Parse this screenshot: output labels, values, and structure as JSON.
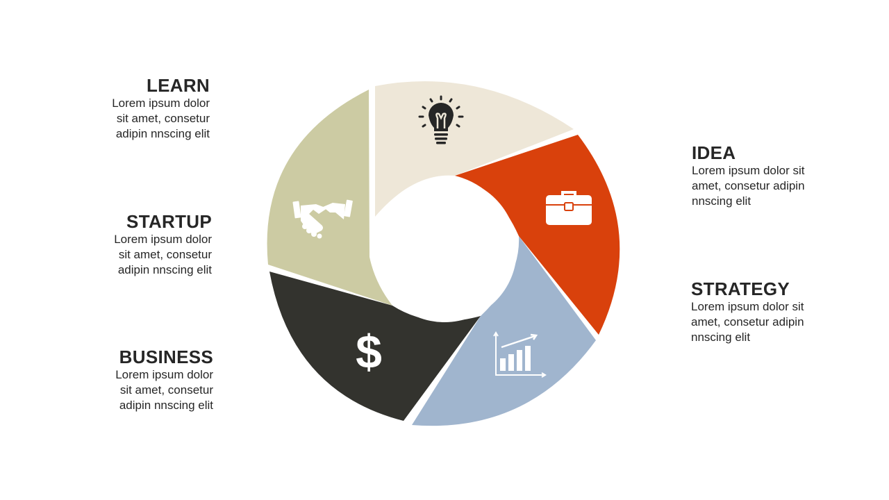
{
  "segments": [
    {
      "title": "LEARN",
      "text": "Lorem ipsum dolor sit amet, consetur adipin nnscing elit",
      "color": "#EEE7D8",
      "icon": "lightbulb-icon"
    },
    {
      "title": "IDEA",
      "text": "Lorem ipsum dolor sit amet, consetur adipin nnscing elit",
      "color": "#D9410C",
      "icon": "briefcase-icon"
    },
    {
      "title": "STRATEGY",
      "text": "Lorem ipsum dolor sit amet, consetur adipin nnscing elit",
      "color": "#A0B5CE",
      "icon": "growth-chart-icon"
    },
    {
      "title": "BUSINESS",
      "text": "Lorem ipsum dolor sit amet, consetur adipin nnscing elit",
      "color": "#33332E",
      "icon": "dollar-icon"
    },
    {
      "title": "STARTUP",
      "text": "Lorem ipsum dolor sit amet, consetur adipin nnscing elit",
      "color": "#CCCBA3",
      "icon": "handshake-icon"
    }
  ],
  "icon_color_light": "#FFFFFF",
  "icon_color_dark": "#262626"
}
